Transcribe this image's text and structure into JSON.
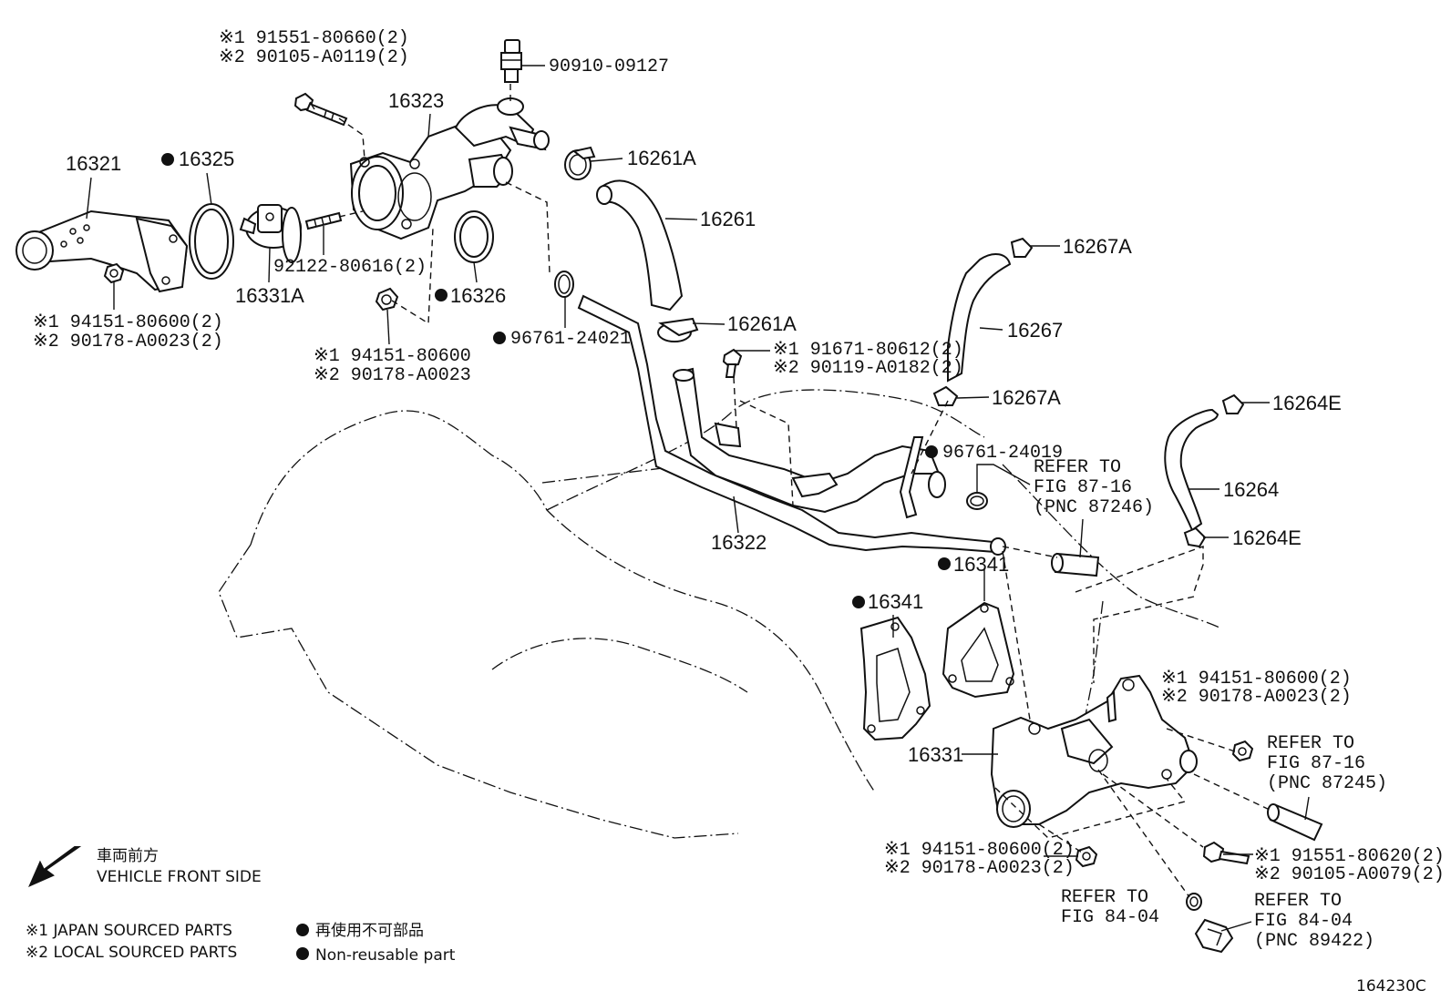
{
  "labels": {
    "p16321": "16321",
    "p16325": "16325",
    "p16323": "16323",
    "p16331A": "16331A",
    "p16326": "16326",
    "p90910": "90910-09127",
    "p16261A_top": "16261A",
    "p16261": "16261",
    "p16261A_mid": "16261A",
    "p16267A_top": "16267A",
    "p16267": "16267",
    "p16267A_bot": "16267A",
    "p16264E_top": "16264E",
    "p16264": "16264",
    "p16264E_bot": "16264E",
    "p16322": "16322",
    "p16341_right": "16341",
    "p16341_left": "16341",
    "p16331": "16331",
    "p92122": "92122-80616(2)",
    "p96761_24021": "96761-24021",
    "p96761_24019": "96761-24019"
  },
  "callouts": {
    "bolt_top": [
      "※1  91551-80660(2)",
      "※2  90105-A0119(2)"
    ],
    "nut_left": [
      "※1 94151-80600(2)",
      "※2 90178-A0023(2)"
    ],
    "nut_mid": [
      "※1 94151-80600",
      "※2 90178-A0023"
    ],
    "bolt_mid": [
      "※1 91671-80612(2)",
      "※2 90119-A0182(2)"
    ],
    "nut_right_top": [
      "※1 94151-80600(2)",
      "※2 90178-A0023(2)"
    ],
    "nut_right_bot": [
      "※1 94151-80600(2)",
      "※2 90178-A0023(2)"
    ],
    "bolt_right": [
      "※1 91551-80620(2)",
      "※2 90105-A0079(2)"
    ]
  },
  "refers": {
    "fig_87_16_a": [
      "REFER TO",
      "FIG 87-16",
      "(PNC 87246)"
    ],
    "fig_87_16_b": [
      "REFER TO",
      "FIG 87-16",
      "(PNC 87245)"
    ],
    "fig_84_04_a": [
      "REFER TO",
      "FIG 84-04"
    ],
    "fig_84_04_b": [
      "REFER TO",
      "FIG 84-04",
      "(PNC 89422)"
    ]
  },
  "legend": {
    "front_jp": "車両前方",
    "front_en": "VEHICLE FRONT SIDE",
    "japan": "※1 JAPAN SOURCED PARTS",
    "local": "※2 LOCAL SOURCED PARTS",
    "nonreuse_jp": "再使用不可部品",
    "nonreuse_en": "Non-reusable part"
  },
  "figure_code": "164230C"
}
